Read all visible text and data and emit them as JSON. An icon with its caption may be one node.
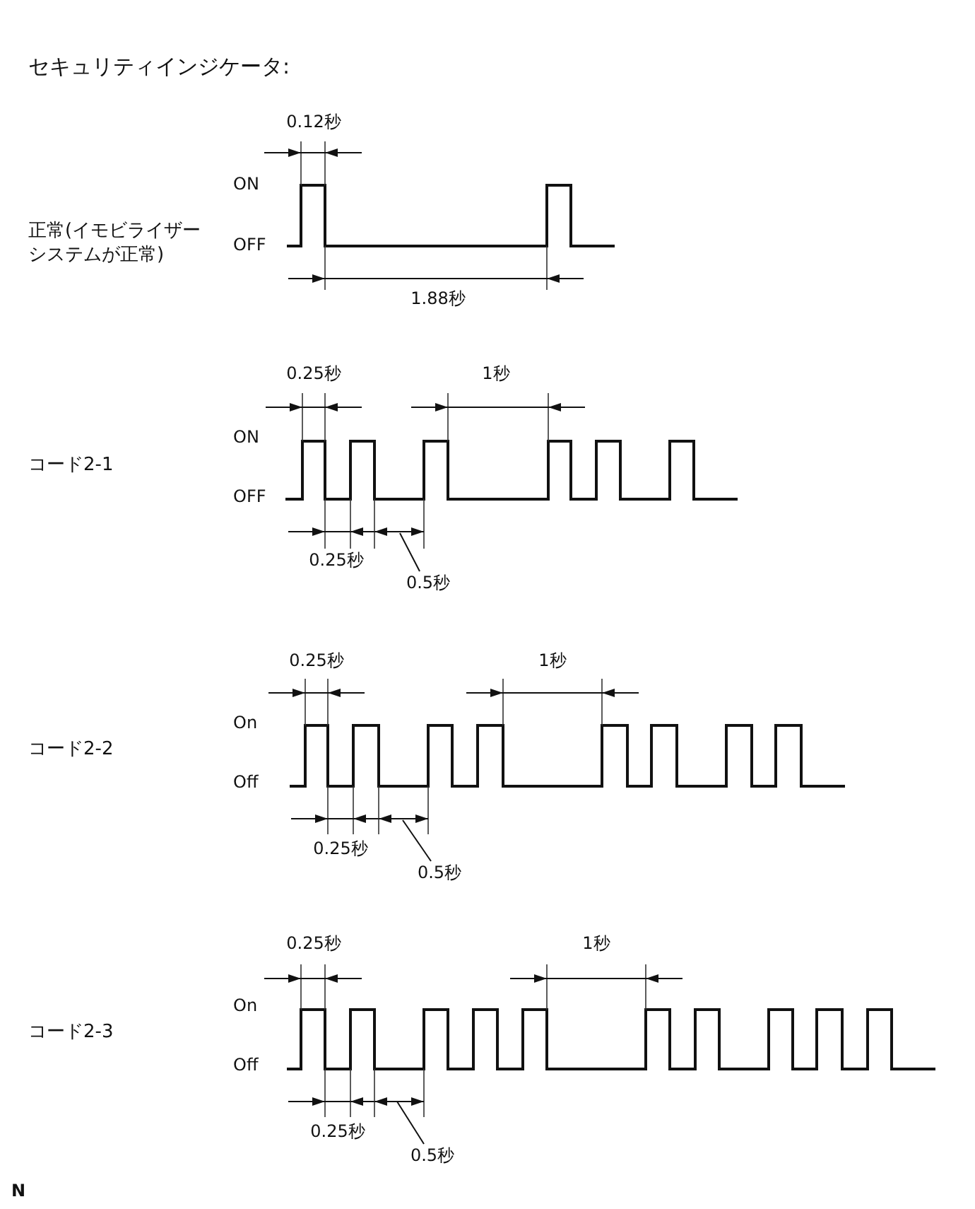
{
  "diagram": {
    "title": "セキュリティインジケータ:",
    "nodes": [
      {
        "text": [
          "0.5秒"
        ]
      },
      {
        "text": [
          "0.5秒"
        ]
      },
      {
        "text": [
          "0.5秒"
        ]
      }
    ],
    "edges": [
      {
        "from": 0,
        "to": null,
        "arrow": "none"
      },
      {
        "from": 1,
        "to": null,
        "arrow": "none"
      },
      {
        "from": 2,
        "to": null,
        "arrow": "none"
      }
    ],
    "labels": [
      "0.12秒",
      "ON",
      "正常(イモビライザーシステムが正常)",
      "OFF",
      "1.88秒",
      "0.25秒",
      "1秒",
      "ON",
      "コード2-1",
      "OFF",
      "0.25秒",
      "0.25秒",
      "1秒",
      "On",
      "コード2-2",
      "Off",
      "0.25秒",
      "0.25秒",
      "1秒",
      "On",
      "コード2-3",
      "Off",
      "0.25秒",
      "N"
    ]
  }
}
